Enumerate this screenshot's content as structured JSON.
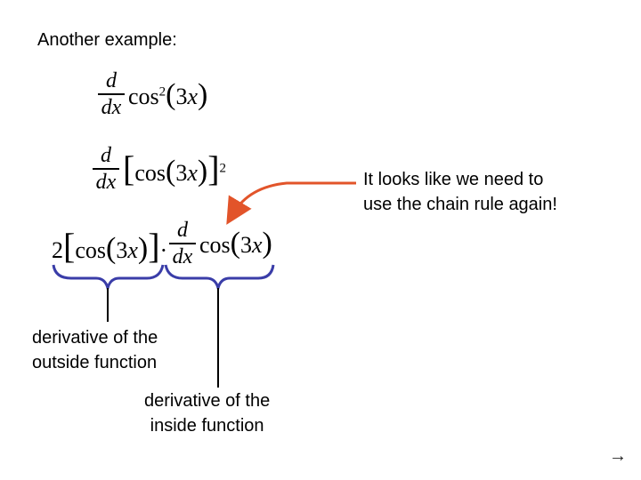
{
  "title": "Another example:",
  "expr1": {
    "d": "d",
    "dx": "dx",
    "func": "cos",
    "exp": "2",
    "arg_coef": "3",
    "arg_var": "x"
  },
  "expr2": {
    "d": "d",
    "dx": "dx",
    "func": "cos",
    "exp": "2",
    "arg_coef": "3",
    "arg_var": "x"
  },
  "expr3": {
    "coef": "2",
    "func1": "cos",
    "arg_coef": "3",
    "arg_var": "x",
    "dot": "·",
    "d": "d",
    "dx": "dx",
    "func2": "cos",
    "arg2_coef": "3",
    "arg2_var": "x"
  },
  "note": {
    "line1": "It looks like we need to",
    "line2": "use the chain rule again!"
  },
  "labels": {
    "outside_line1": "derivative of the",
    "outside_line2": "outside function",
    "inside_line1": "derivative of the",
    "inside_line2": "inside function"
  },
  "nav": {
    "next_glyph": "→"
  },
  "colors": {
    "note_arrow": "#e2542a",
    "braces": "#3a3da8"
  }
}
